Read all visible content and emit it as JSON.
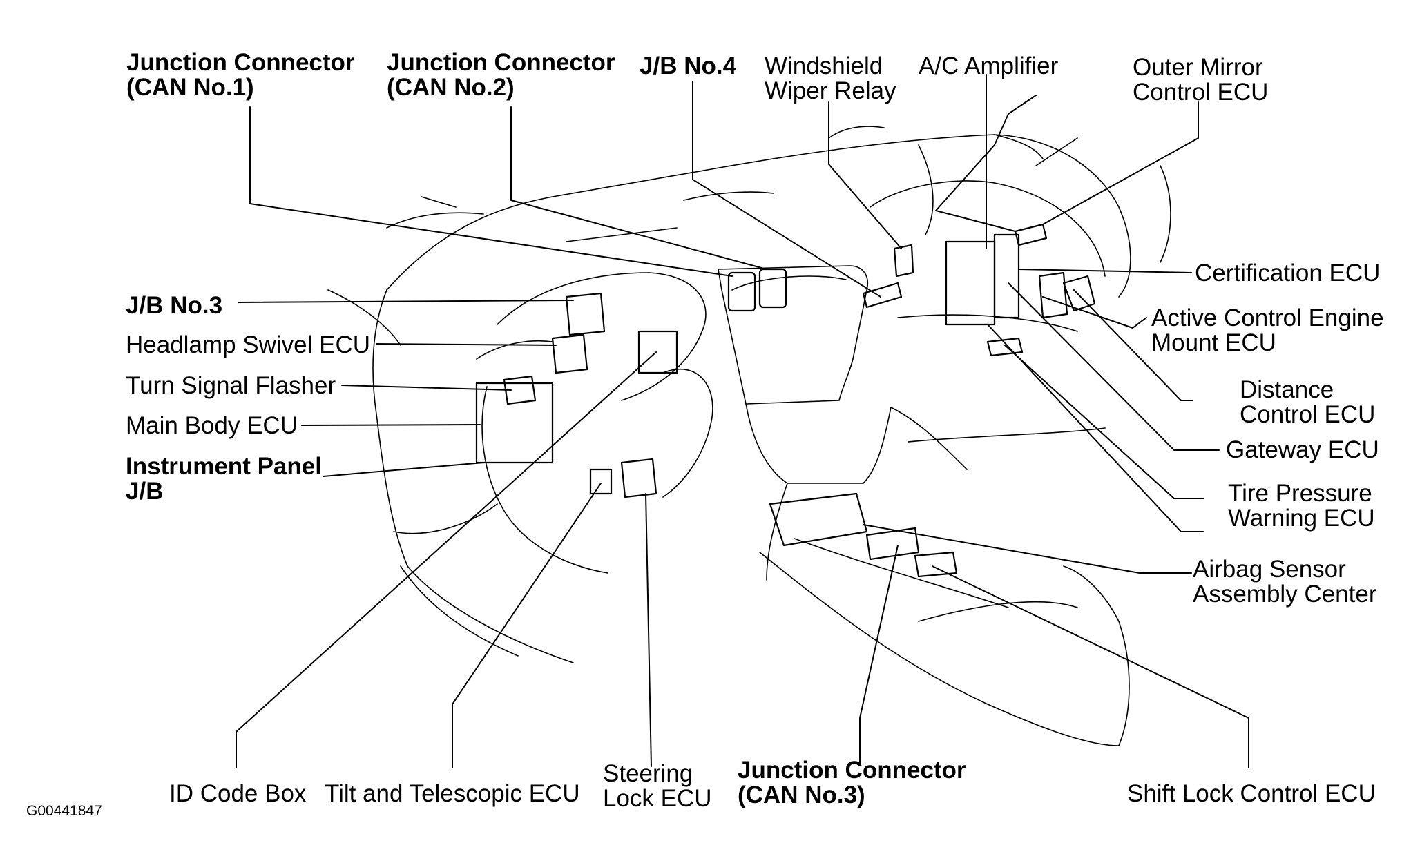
{
  "diagram_code": "G00441847",
  "labels": {
    "jc_can1": [
      "Junction Connector",
      "(CAN No.1)"
    ],
    "jc_can2": [
      "Junction Connector",
      "(CAN No.2)"
    ],
    "jb_no4": "J/B No.4",
    "wiper_relay": [
      "Windshield",
      "Wiper Relay"
    ],
    "ac_amplifier": "A/C Amplifier",
    "outer_mirror_ecu": [
      "Outer Mirror",
      "Control ECU"
    ],
    "jb_no3": "J/B No.3",
    "headlamp_swivel_ecu": "Headlamp Swivel ECU",
    "turn_signal_flasher": "Turn Signal Flasher",
    "main_body_ecu": "Main Body ECU",
    "instrument_panel_jb": [
      "Instrument Panel",
      "J/B"
    ],
    "certification_ecu": "Certification ECU",
    "active_control_engine_mount_ecu": [
      "Active Control Engine",
      "Mount ECU"
    ],
    "distance_control_ecu": [
      "Distance",
      "Control ECU"
    ],
    "gateway_ecu": "Gateway ECU",
    "tire_pressure_warning_ecu": [
      "Tire Pressure",
      "Warning ECU"
    ],
    "airbag_sensor": [
      "Airbag Sensor",
      "Assembly Center"
    ],
    "id_code_box": "ID Code Box",
    "tilt_telescopic_ecu": "Tilt and Telescopic ECU",
    "steering_lock_ecu": [
      "Steering",
      "Lock ECU"
    ],
    "jc_can3": [
      "Junction Connector",
      "(CAN No.3)"
    ],
    "shift_lock_control_ecu": "Shift Lock Control ECU"
  }
}
